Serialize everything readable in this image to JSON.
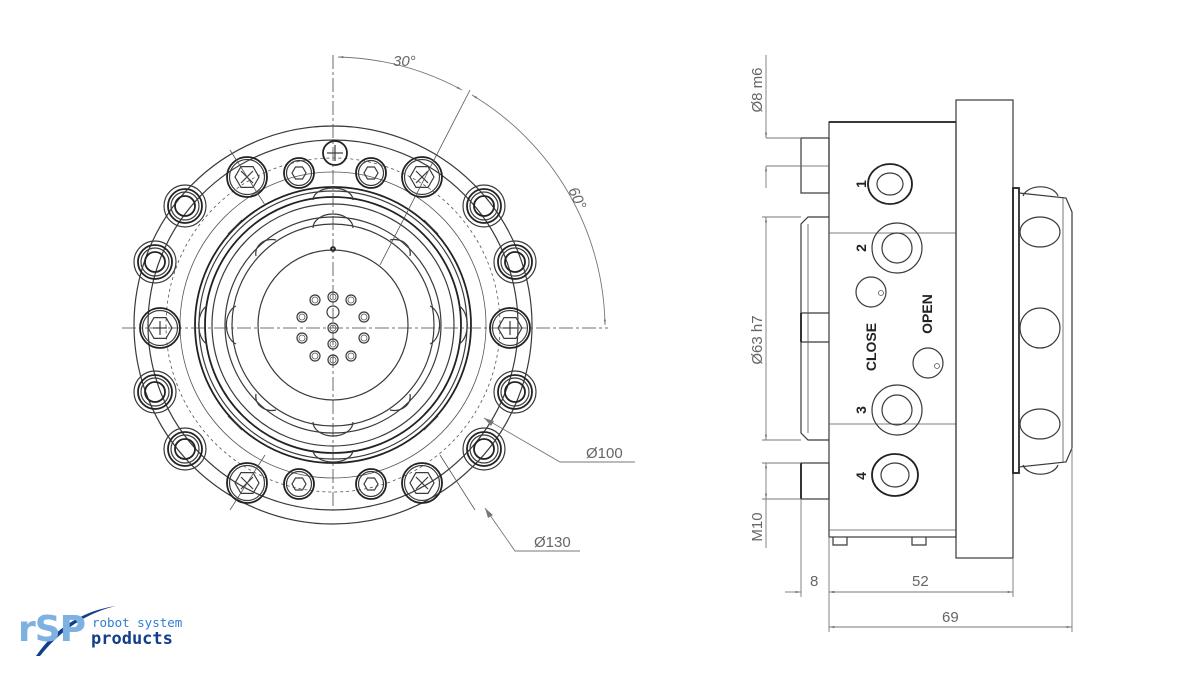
{
  "drawing": {
    "type": "technical-drawing",
    "views": [
      "front-view",
      "side-view"
    ]
  },
  "front_view": {
    "angle_dim_1": "30°",
    "angle_dim_2": "60°",
    "diameter_dim_1": "Ø100",
    "diameter_dim_2": "Ø130"
  },
  "side_view": {
    "dim_pin": "Ø8 m6",
    "dim_bore": "Ø63 h7",
    "dim_thread": "M10",
    "dim_len_1": "8",
    "dim_len_2": "52",
    "dim_len_total": "69",
    "port_labels": [
      "1",
      "2",
      "3",
      "4"
    ],
    "label_close": "CLOSE",
    "label_open": "OPEN"
  },
  "logo": {
    "mark": "rSP",
    "line1": "robot system",
    "line2": "products",
    "colors": {
      "light": "#7db1e0",
      "mid": "#2f7fd1",
      "dark": "#123f8a"
    }
  }
}
